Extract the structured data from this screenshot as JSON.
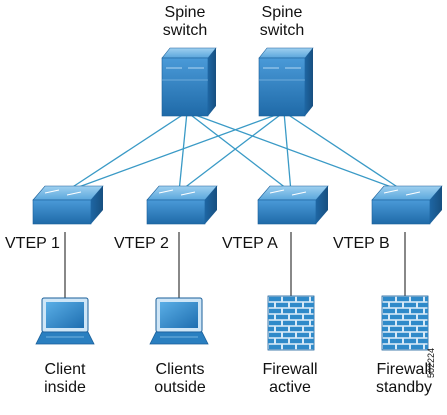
{
  "diagram": {
    "nodes": {
      "spine1": {
        "label_line1": "Spine",
        "label_line2": "switch",
        "icon": "spine-switch-icon"
      },
      "spine2": {
        "label_line1": "Spine",
        "label_line2": "switch",
        "icon": "spine-switch-icon"
      },
      "vtep1": {
        "label": "VTEP 1",
        "icon": "leaf-switch-icon"
      },
      "vtep2": {
        "label": "VTEP 2",
        "icon": "leaf-switch-icon"
      },
      "vtepA": {
        "label": "VTEP A",
        "icon": "leaf-switch-icon"
      },
      "vtepB": {
        "label": "VTEP B",
        "icon": "leaf-switch-icon"
      },
      "client_inside": {
        "label_line1": "Client",
        "label_line2": "inside",
        "icon": "laptop-icon"
      },
      "clients_outside": {
        "label_line1": "Clients",
        "label_line2": "outside",
        "icon": "laptop-icon"
      },
      "firewall_active": {
        "label_line1": "Firewall",
        "label_line2": "active",
        "icon": "firewall-icon"
      },
      "firewall_standby": {
        "label_line1": "Firewall",
        "label_line2": "standby",
        "icon": "firewall-icon"
      }
    },
    "links": [
      [
        "spine1",
        "vtep1"
      ],
      [
        "spine1",
        "vtep2"
      ],
      [
        "spine1",
        "vtepA"
      ],
      [
        "spine1",
        "vtepB"
      ],
      [
        "spine2",
        "vtep1"
      ],
      [
        "spine2",
        "vtep2"
      ],
      [
        "spine2",
        "vtepA"
      ],
      [
        "spine2",
        "vtepB"
      ],
      [
        "vtep1",
        "client_inside"
      ],
      [
        "vtep2",
        "clients_outside"
      ],
      [
        "vtepA",
        "firewall_active"
      ],
      [
        "vtepB",
        "firewall_standby"
      ]
    ],
    "figure_id": "502224",
    "colors": {
      "switch_front": "#2a7fc0",
      "switch_top": "#6fb6e6",
      "switch_side": "#1a5f99",
      "link_line": "#3a9ac6",
      "laptop_screen": "#2c86c9",
      "laptop_body": "#1a5f99",
      "firewall_brick": "#2f8ac9",
      "firewall_mortar": "#d6e9f7"
    }
  }
}
